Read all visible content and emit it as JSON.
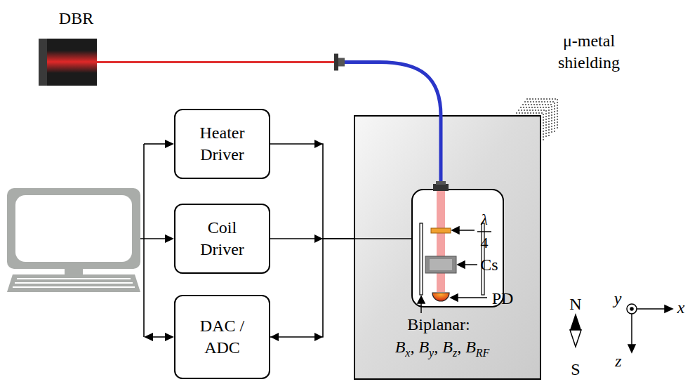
{
  "diagram": {
    "nodes": [
      {
        "text": [
          "DBR"
        ]
      },
      {
        "text": [
          "Heater Driver"
        ]
      },
      {
        "text": [
          "Coil Driver"
        ]
      },
      {
        "text": [
          "DAC / ADC"
        ]
      },
      {
        "text": [
          "μ-metal shielding"
        ]
      }
    ],
    "edges": [
      {
        "from": 0,
        "to": 4,
        "arrow": "none"
      },
      {
        "from": 1,
        "to": 4,
        "arrow": "to"
      },
      {
        "from": 2,
        "to": 4,
        "arrow": "to"
      },
      {
        "from": 3,
        "to": 4,
        "arrow": "both"
      }
    ],
    "labels": [
      "λ",
      "4",
      "Cs",
      "PD",
      "Biplanar:",
      "Bx, By, Bz, BRF",
      "N",
      "S",
      "y",
      "x",
      "z"
    ]
  }
}
